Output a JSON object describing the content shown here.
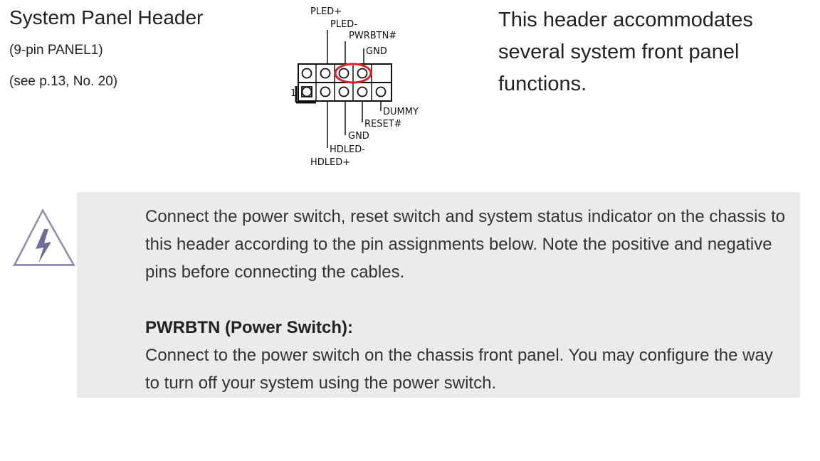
{
  "header": {
    "title": "System Panel Header",
    "pin_info": "(9-pin PANEL1)",
    "page_ref": "(see p.13,  No. 20)"
  },
  "description": "This header accommodates several system front panel functions.",
  "diagram": {
    "labels_top": [
      "PLED+",
      "PLED-",
      "PWRBTN#",
      "GND"
    ],
    "labels_bottom": [
      "DUMMY",
      "RESET#",
      "GND",
      "HDLED-",
      "HDLED+"
    ],
    "pin1_marker": "1",
    "highlight_color": "#d9232b"
  },
  "note": {
    "icon": "warning-lightning-icon",
    "intro": "Connect the power switch, reset switch and system status indicator on the chassis to this header according to the pin assignments below. Note the positive and negative pins before connecting the cables.",
    "section_heading": "PWRBTN (Power Switch):",
    "section_body": "Connect to the power switch on the chassis front panel. You may configure the way to turn off your system using the power switch.",
    "background": "#ebebed"
  }
}
